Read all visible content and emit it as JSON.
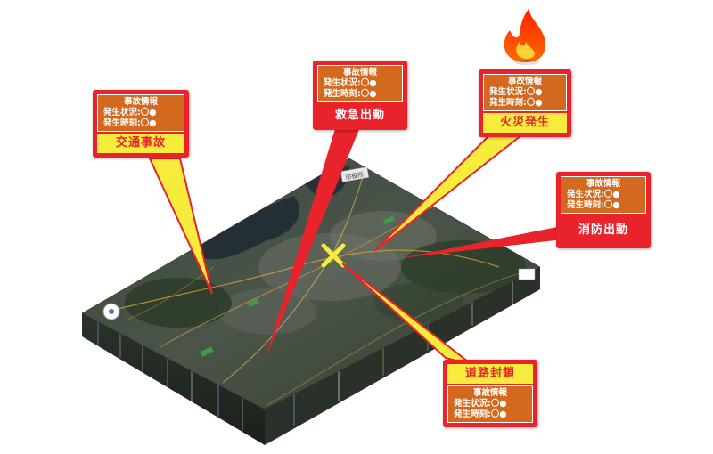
{
  "info_card": {
    "header": "事故情報",
    "status": "発生状況:〇●",
    "time": "発生時刻:〇●"
  },
  "events": [
    {
      "id": "traffic",
      "label": "交通事故",
      "style": "yellow"
    },
    {
      "id": "ambulance",
      "label": "救急出動",
      "style": "red"
    },
    {
      "id": "fire",
      "label": "火災発生",
      "style": "yellow"
    },
    {
      "id": "firedept",
      "label": "消防出動",
      "style": "red"
    },
    {
      "id": "road",
      "label": "道路封鎖",
      "style": "yellow"
    }
  ],
  "map": {
    "building_label": "市役所"
  },
  "colors": {
    "accent_red": "#e8232b",
    "card_orange": "#d2691e",
    "label_yellow": "#f7ec3b",
    "map_dark": "#2f3a32"
  },
  "icons": [
    "fire-icon",
    "incident-x-marker",
    "compass-icon"
  ]
}
